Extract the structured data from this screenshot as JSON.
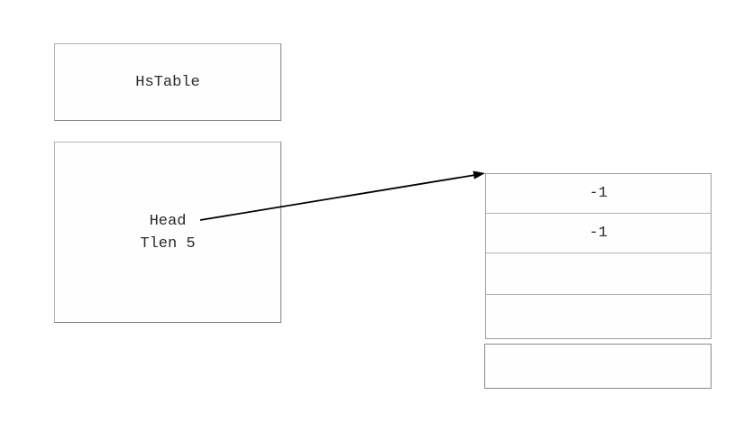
{
  "diagram": {
    "hstable_box": {
      "label": "HsTable"
    },
    "head_box": {
      "lines": [
        "Head",
        "Tlen 5"
      ]
    },
    "hash_table": {
      "rows": [
        {
          "value": "-1"
        },
        {
          "value": "-1"
        },
        {
          "value": ""
        },
        {
          "value": ""
        },
        {
          "value": ""
        }
      ]
    },
    "colors": {
      "background": "#ffffff",
      "box_border": "#9c9c9c",
      "text": "#2b2b2b",
      "arrow": "#000000"
    }
  }
}
